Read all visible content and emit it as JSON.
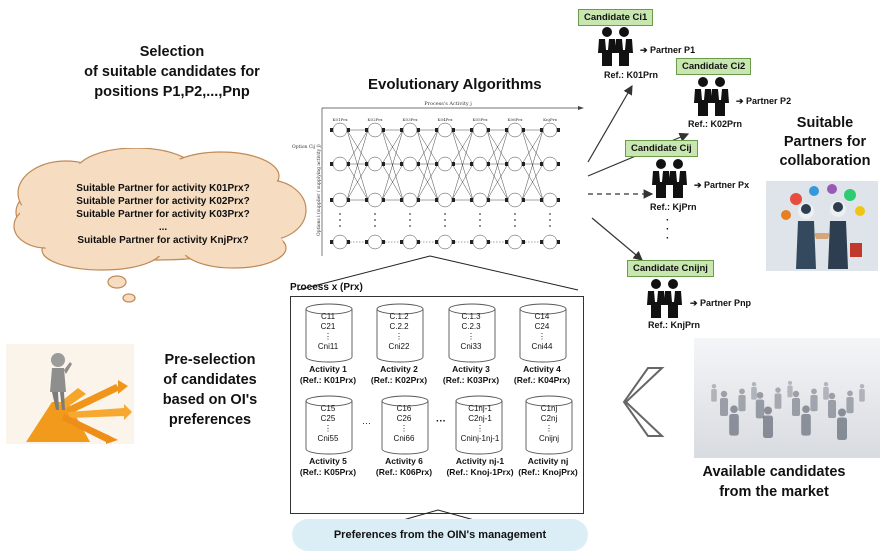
{
  "top_left": {
    "title_lines": [
      "Selection",
      "of suitable candidates for",
      "positions P1,P2,...,Pnp"
    ]
  },
  "cloud": {
    "lines": [
      "Suitable Partner for activity K01Prx?",
      "Suitable Partner for activity K02Prx?",
      "Suitable Partner for activity K03Prx?",
      "...",
      "Suitable Partner for activity KnjPrx?"
    ]
  },
  "ea": {
    "title": "Evolutionary Algorithms",
    "axis_label": "Process's Activity j",
    "columns": [
      "K01Prx",
      "K02Prx",
      "K03Prx",
      "K04Prx",
      "K05Prx",
      "K06Prx",
      "KnjPrx"
    ],
    "option_label": "Option Cij",
    "side_label": "Options i (supplier / supplying activity j)"
  },
  "candidates": [
    {
      "box": "Candidate Ci1",
      "partner": "Partner P1",
      "ref": "Ref.: K01Prn"
    },
    {
      "box": "Candidate Ci2",
      "partner": "Partner P2",
      "ref": "Ref.: K02Prn"
    },
    {
      "box": "Candidate Cij",
      "partner": "Partner Px",
      "ref": "Ref.: KjPrn"
    },
    {
      "box": "Candidate Cnijnj",
      "partner": "Partner Pnp",
      "ref": "Ref.: KnjPrn"
    }
  ],
  "right": {
    "suitable": [
      "Suitable",
      "Partners for",
      "collaboration"
    ],
    "available": [
      "Available candidates",
      "from the market"
    ]
  },
  "preselection": {
    "lines": [
      "Pre-selection",
      "of candidates",
      "based on OI's",
      "preferences"
    ]
  },
  "process": {
    "title": "Process x (Prx)",
    "activities": [
      {
        "items": [
          "C11",
          "C21",
          "⋮",
          "Cni11"
        ],
        "label": "Activity 1",
        "ref": "(Ref.: K01Prx)"
      },
      {
        "items": [
          "C.1.2",
          "C.2.2",
          "⋮",
          "Cni22"
        ],
        "label": "Activity 2",
        "ref": "(Ref.: K02Prx)"
      },
      {
        "items": [
          "C.1.3",
          "C.2.3",
          "⋮",
          "Cni33"
        ],
        "label": "Activity 3",
        "ref": "(Ref.: K03Prx)"
      },
      {
        "items": [
          "C14",
          "C24",
          "⋮",
          "Cni44"
        ],
        "label": "Activity 4",
        "ref": "(Ref.: K04Prx)"
      },
      {
        "items": [
          "C15",
          "C25",
          "⋮",
          "Cni55"
        ],
        "label": "Activity 5",
        "ref": "(Ref.: K05Prx)"
      },
      {
        "items": [
          "C16",
          "C26",
          "⋮",
          "Cni66"
        ],
        "label": "Activity 6",
        "ref": "(Ref.: K06Prx)"
      },
      {
        "items": [
          "C1nj-1",
          "C2nj-1",
          "⋮",
          "Cninj-1nj-1"
        ],
        "label": "Activity nj-1",
        "ref": "(Ref.: Knoj-1Prx)"
      },
      {
        "items": [
          "C1nj",
          "C2nj",
          "⋮",
          "Cnijnj"
        ],
        "label": "Activity nj",
        "ref": "(Ref.: KnojPrx)"
      }
    ],
    "dots_small": "···",
    "dots_big": "···"
  },
  "preferences": "Preferences from the OIN's management",
  "colors": {
    "cand_box": "#c8e6b0",
    "pref_bar": "#dbeef6",
    "arrow_orange": "#f39c12"
  }
}
